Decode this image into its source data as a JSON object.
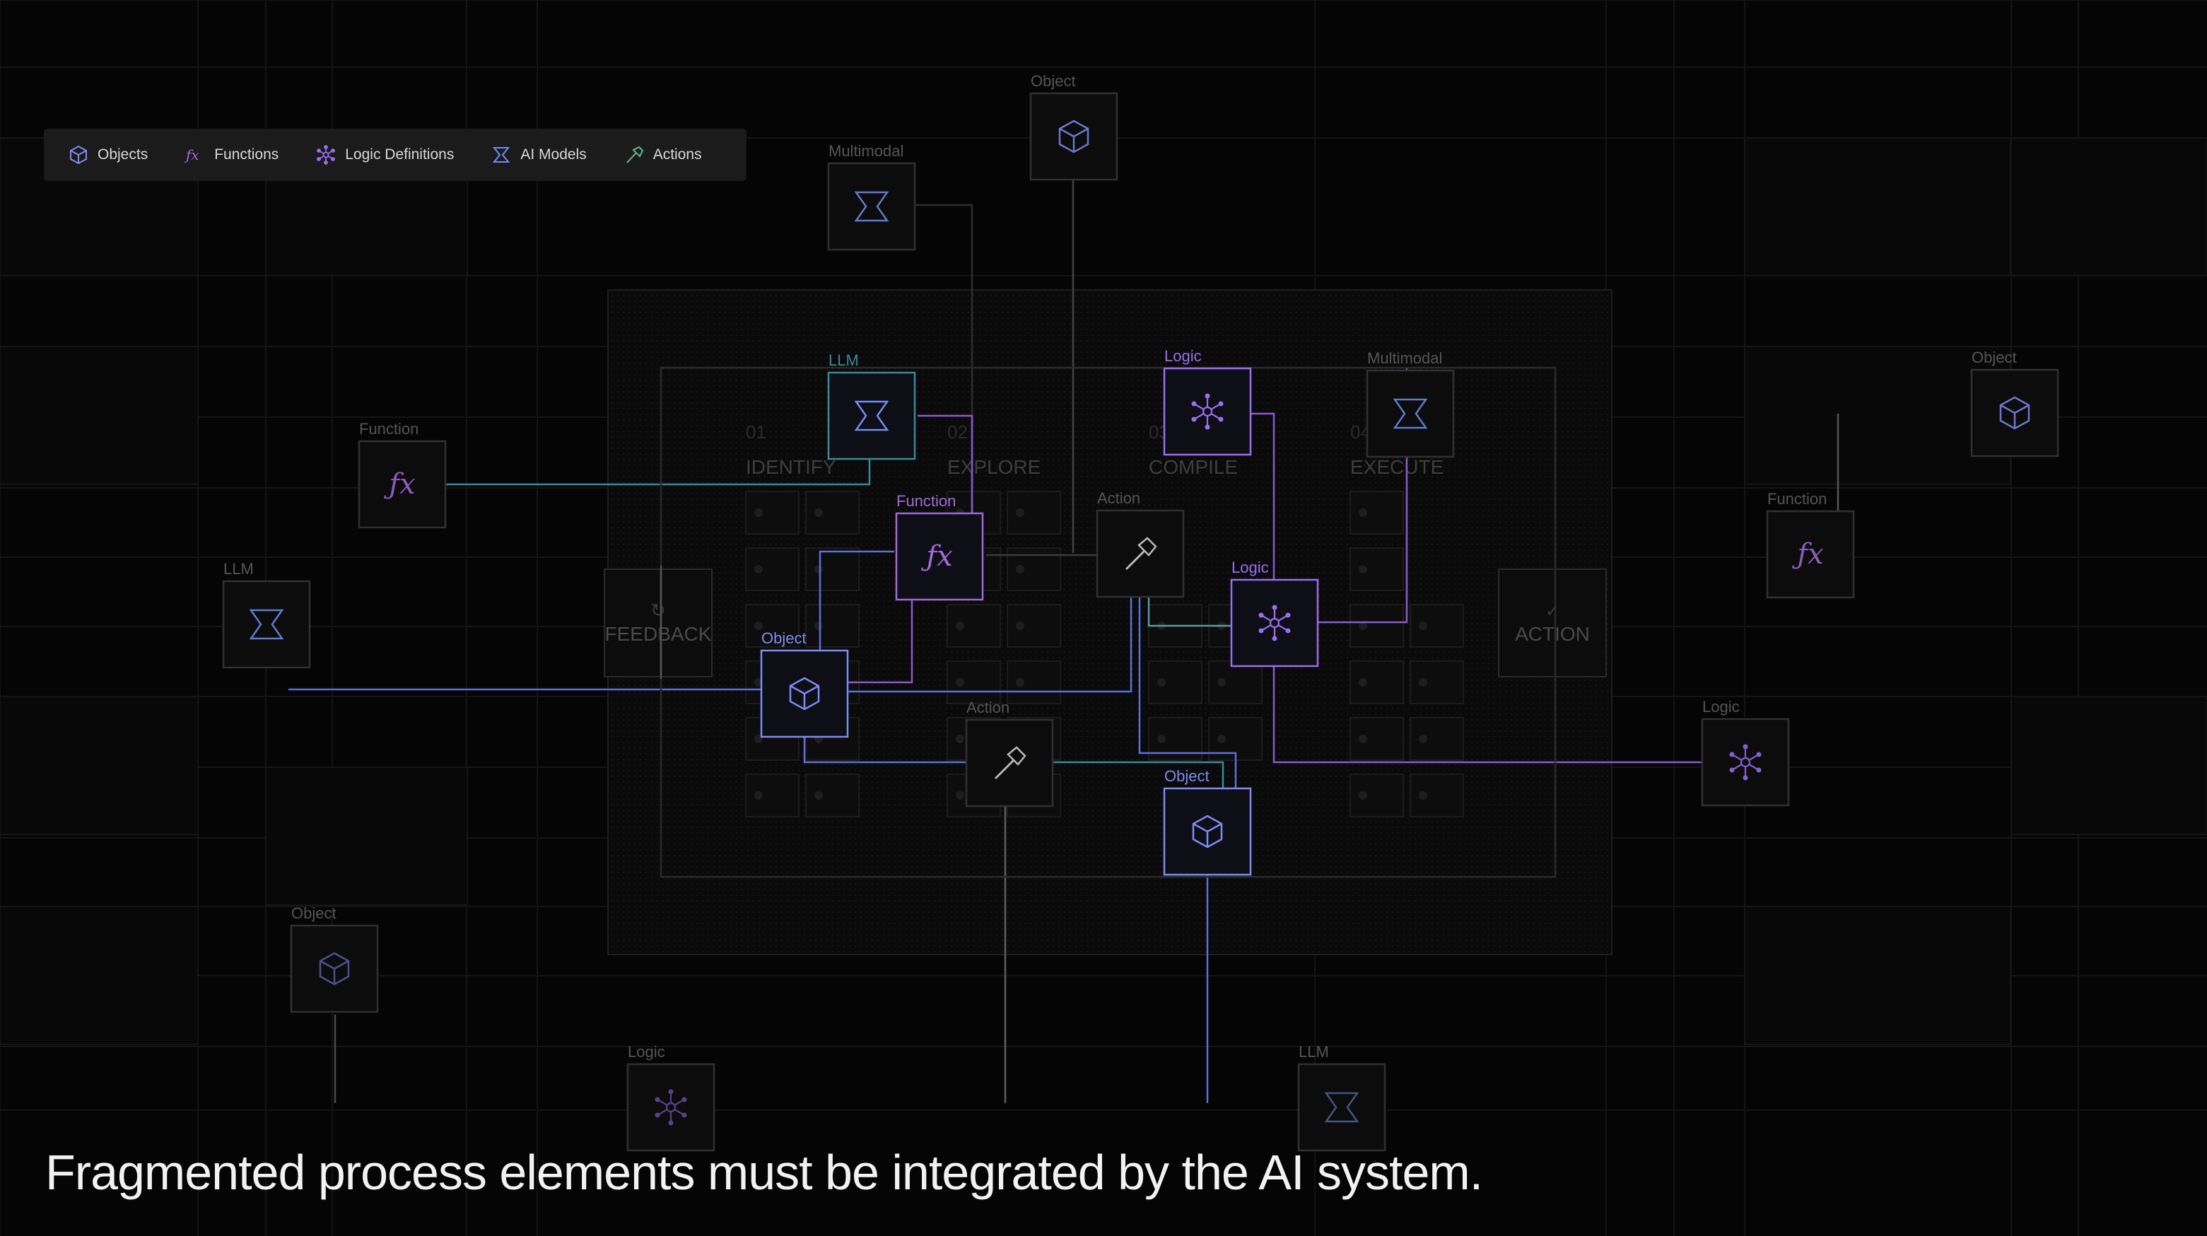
{
  "legend": {
    "items": [
      {
        "icon": "object-cube-icon",
        "label": "Objects",
        "color": "#7d8cf2"
      },
      {
        "icon": "function-fx-icon",
        "label": "Functions",
        "color": "#a06ad8"
      },
      {
        "icon": "logic-network-icon",
        "label": "Logic Definitions",
        "color": "#9a6ef0"
      },
      {
        "icon": "ai-model-icon",
        "label": "AI Models",
        "color": "#6f8ff0"
      },
      {
        "icon": "hammer-icon",
        "label": "Actions",
        "color": "#5fa885"
      }
    ]
  },
  "stages": [
    {
      "num": "01",
      "label": "IDENTIFY"
    },
    {
      "num": "02",
      "label": "EXPLORE"
    },
    {
      "num": "03",
      "label": "COMPILE"
    },
    {
      "num": "04",
      "label": "EXECUTE"
    }
  ],
  "loop": {
    "feedback": "FEEDBACK",
    "action": "ACTION"
  },
  "nodes": [
    {
      "id": "n-object-top",
      "type": "object",
      "label": "Object",
      "bright": false
    },
    {
      "id": "n-multimodal-top",
      "type": "llm",
      "label": "Multimodal",
      "bright": false
    },
    {
      "id": "n-llm-center",
      "type": "llm",
      "label": "LLM",
      "bright": true
    },
    {
      "id": "n-logic-center",
      "type": "logic",
      "label": "Logic",
      "bright": true
    },
    {
      "id": "n-multimodal-center",
      "type": "llm",
      "label": "Multimodal",
      "bright": false
    },
    {
      "id": "n-function-left",
      "type": "function",
      "label": "Function",
      "bright": false
    },
    {
      "id": "n-function-center",
      "type": "function",
      "label": "Function",
      "bright": true
    },
    {
      "id": "n-action-center",
      "type": "action",
      "label": "Action",
      "bright": false
    },
    {
      "id": "n-logic-mid",
      "type": "logic",
      "label": "Logic",
      "bright": true
    },
    {
      "id": "n-llm-left",
      "type": "llm",
      "label": "LLM",
      "bright": false
    },
    {
      "id": "n-object-center",
      "type": "object",
      "label": "Object",
      "bright": true
    },
    {
      "id": "n-action-lower",
      "type": "action",
      "label": "Action",
      "bright": false
    },
    {
      "id": "n-object-lower",
      "type": "object",
      "label": "Object",
      "bright": true
    },
    {
      "id": "n-object-right",
      "type": "object",
      "label": "Object",
      "bright": false
    },
    {
      "id": "n-function-right",
      "type": "function",
      "label": "Function",
      "bright": false
    },
    {
      "id": "n-logic-right",
      "type": "logic",
      "label": "Logic",
      "bright": false
    },
    {
      "id": "n-object-bottomleft",
      "type": "object",
      "label": "Object",
      "bright": false
    },
    {
      "id": "n-logic-bottom",
      "type": "logic",
      "label": "Logic",
      "bright": false
    },
    {
      "id": "n-llm-bottom",
      "type": "llm",
      "label": "LLM",
      "bright": false
    }
  ],
  "caption": "Fragmented process elements must be integrated by the AI system.",
  "colors": {
    "background": "#050505",
    "object": "#7d8cf2",
    "function": "#a06ad8",
    "logic": "#9a6ef0",
    "llm": "#6f8ff0",
    "action": "#cfcfcf",
    "line_teal": "#3a8a9a",
    "line_purple": "#8a5ad0",
    "line_blue": "#5a70d8"
  }
}
